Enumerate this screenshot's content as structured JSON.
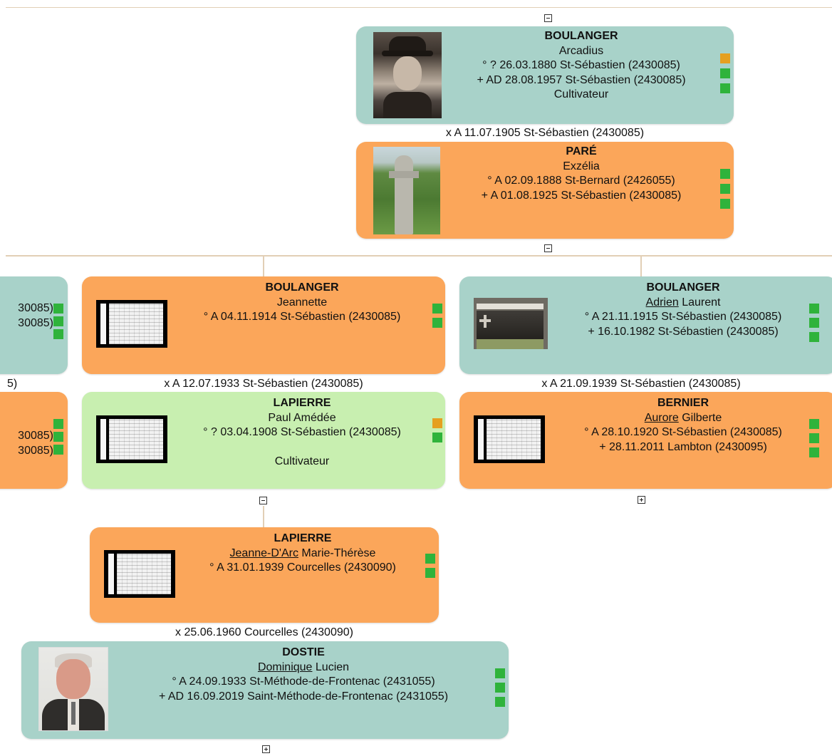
{
  "people": {
    "arcadius": {
      "surname": "BOULANGER",
      "given": "Arcadius",
      "birth": "° ? 26.03.1880 St-Sébastien (2430085)",
      "death": "+ AD 28.08.1957 St-Sébastien (2430085)",
      "occupation": "Cultivateur"
    },
    "exzelia": {
      "surname": "PARÉ",
      "given": "Exzélia",
      "birth": "° A 02.09.1888 St-Bernard (2426055)",
      "death": "+ A 01.08.1925 St-Sébastien (2430085)"
    },
    "jeannette": {
      "surname": "BOULANGER",
      "given": "Jeannette",
      "birth": "° A 04.11.1914 St-Sébastien (2430085)"
    },
    "adrien": {
      "surname": "BOULANGER",
      "given_underlined": "Adrien",
      "given_rest": "Laurent",
      "birth": "° A 21.11.1915 St-Sébastien (2430085)",
      "death": "+ 16.10.1982 St-Sébastien (2430085)"
    },
    "paul": {
      "surname": "LAPIERRE",
      "given": "Paul Amédée",
      "birth": "° ? 03.04.1908 St-Sébastien (2430085)",
      "occupation": "Cultivateur"
    },
    "aurore": {
      "surname": "BERNIER",
      "given_underlined": "Aurore",
      "given_rest": "Gilberte",
      "birth": "° A 28.10.1920 St-Sébastien (2430085)",
      "death": "+ 28.11.2011 Lambton (2430095)"
    },
    "jeanne": {
      "surname": "LAPIERRE",
      "given_underlined": "Jeanne-D'Arc",
      "given_rest": "Marie-Thérèse",
      "birth": "° A 31.01.1939 Courcelles (2430090)"
    },
    "dominique": {
      "surname": "DOSTIE",
      "given_underlined": "Dominique",
      "given_rest": "Lucien",
      "birth": "° A 24.09.1933 St-Méthode-de-Frontenac (2431055)",
      "death": "+ AD 16.09.2019 Saint-Méthode-de-Frontenac (2431055)"
    },
    "left_partial_top": {
      "birth": "30085)",
      "death": "30085)"
    },
    "left_partial_bottom": {
      "birth": "30085)",
      "death": "30085)"
    }
  },
  "marriages": {
    "arcadius_exzelia": "x A 11.07.1905 St-Sébastien (2430085)",
    "jeannette_paul": "x A 12.07.1933 St-Sébastien (2430085)",
    "adrien_aurore": "x A 21.09.1939 St-Sébastien (2430085)",
    "jeanne_dominique": "x 25.06.1960 Courcelles (2430090)",
    "left_partial": "5)"
  },
  "colors": {
    "male_card": "#a8d2c9",
    "female_card": "#fba65a",
    "selected_card": "#c8efb0",
    "connector": "#e2cfb6",
    "marker_green": "#2fb33b",
    "marker_orange": "#e5a020"
  }
}
